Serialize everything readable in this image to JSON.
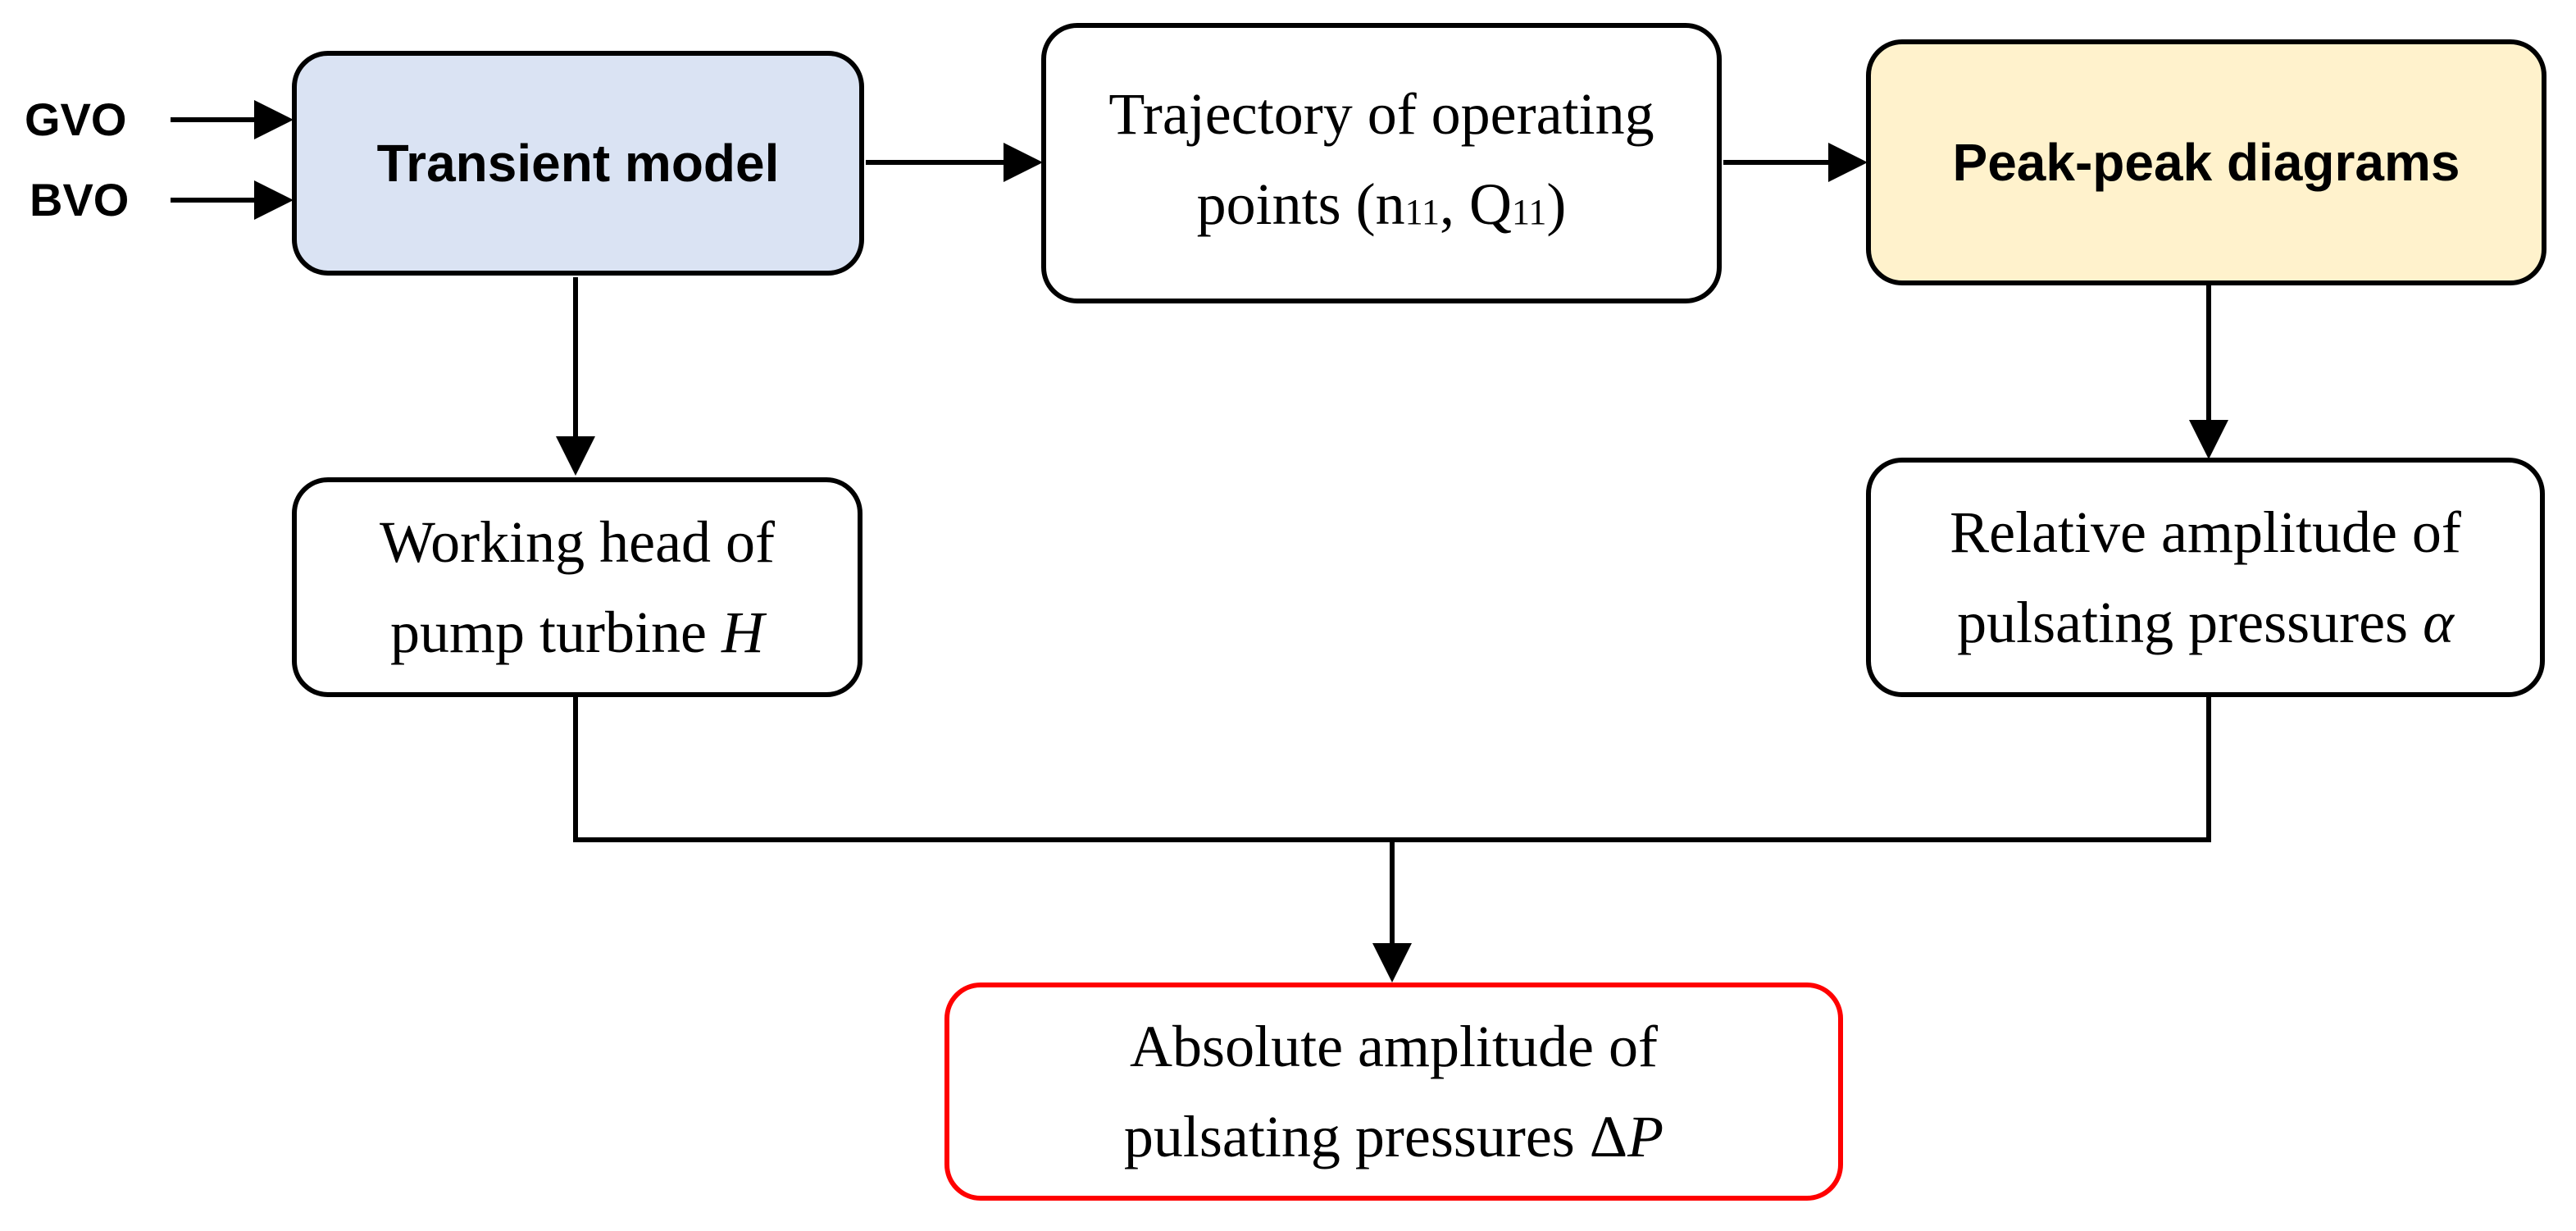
{
  "inputs": {
    "gvo": "GVO",
    "bvo": "BVO"
  },
  "transient_model": {
    "label": "Transient model",
    "fill": "#dae3f3"
  },
  "trajectory": {
    "line1": "Trajectory of operating",
    "line2_prefix": "points (n",
    "n_sub": "11",
    "sep": ", Q",
    "q_sub": "11",
    "close": ")"
  },
  "peak_diagrams": {
    "label": "Peak-peak diagrams",
    "fill": "#fff2cc"
  },
  "working_head": {
    "line1": "Working head of",
    "line2": "pump turbine ",
    "symbol": "H"
  },
  "relative_amplitude": {
    "line1": "Relative amplitude of",
    "line2": "pulsating pressures ",
    "symbol": "α"
  },
  "absolute_amplitude": {
    "line1": "Absolute amplitude of",
    "line2": "pulsating pressures Δ",
    "symbol": "P",
    "border_color": "#ff0000"
  }
}
